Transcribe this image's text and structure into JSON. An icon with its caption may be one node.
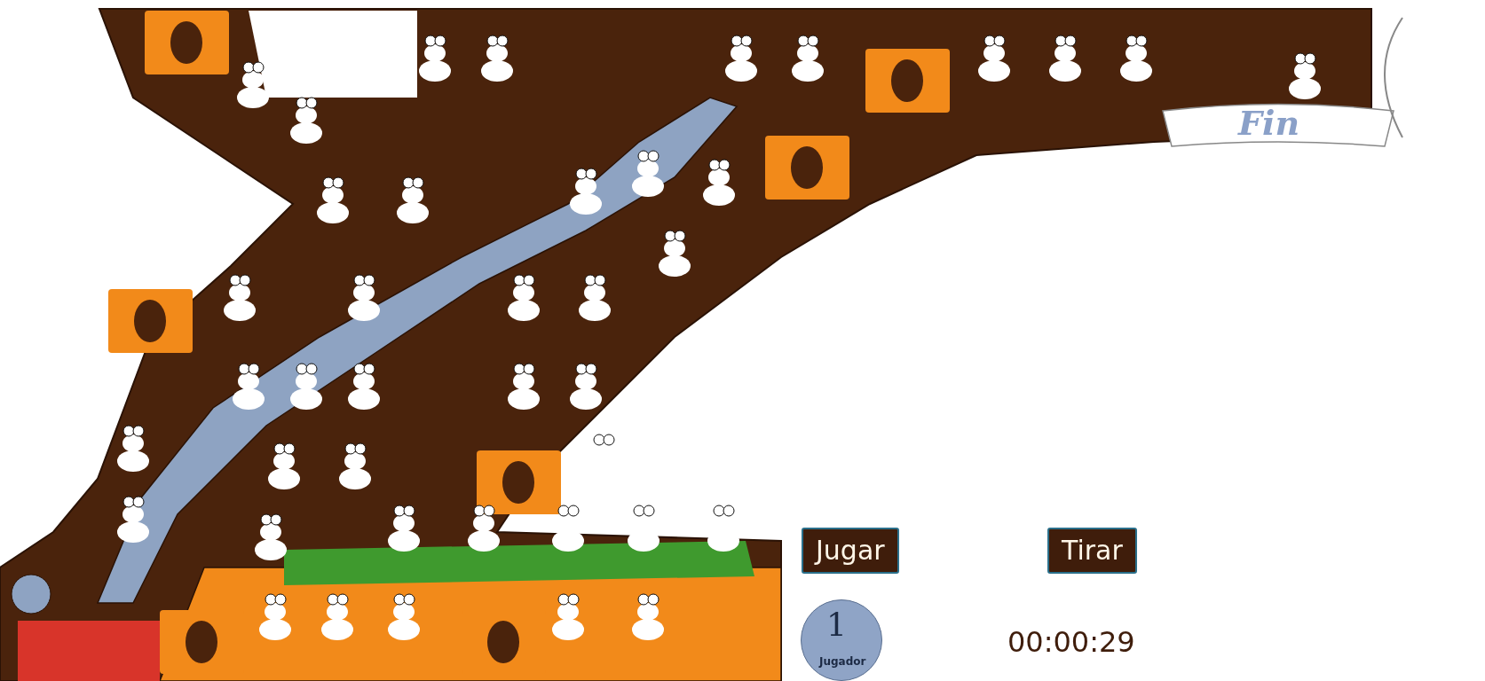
{
  "diagram": {
    "labels": [
      "Fin",
      "Jugar",
      "Tirar",
      "1",
      "Jugador",
      "00:00:29"
    ]
  }
}
